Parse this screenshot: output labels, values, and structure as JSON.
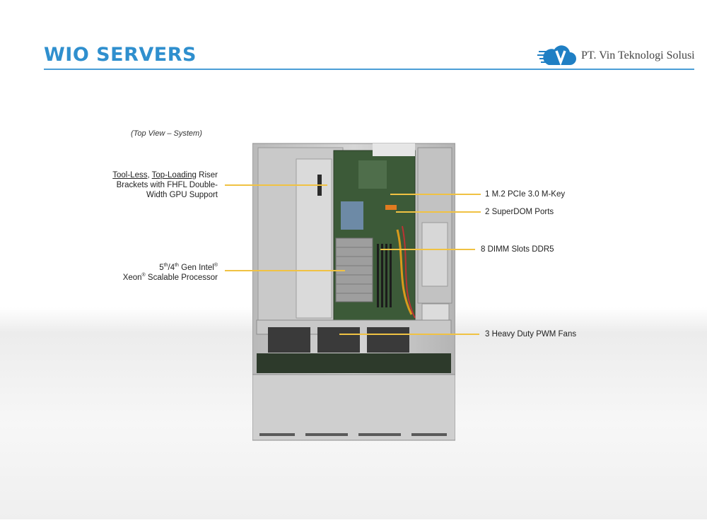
{
  "slide": {
    "title": "WIO SERVERS",
    "company": "PT. Vin Teknologi Solusi",
    "caption": "(Top View – System)"
  },
  "callouts": {
    "riser": {
      "part1": "Tool-Less",
      "sep": ", ",
      "part2": "Top-Loading",
      "rest1": " Riser",
      "line2": "Brackets with FHFL Double-",
      "line3": "Width GPU Support"
    },
    "cpu": {
      "gen1": "5",
      "sup1": "th",
      "slash": "/4",
      "sup2": "th",
      "gen2": " Gen Intel",
      "reg1": "®",
      "xeon": "Xeon",
      "reg2": "®",
      "rest": " Scalable Processor"
    },
    "m2": "1 M.2 PCIe 3.0 M-Key",
    "superdom": "2 SuperDOM Ports",
    "dimm": "8 DIMM Slots DDR5",
    "fans": "3 Heavy Duty PWM Fans"
  },
  "colors": {
    "title": "#2f8fce",
    "leader": "#f0c243"
  }
}
